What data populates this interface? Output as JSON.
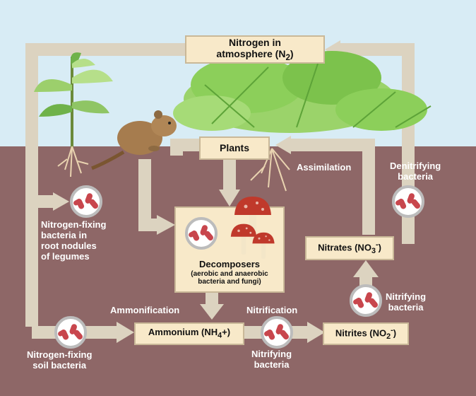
{
  "title": "",
  "boxes": {
    "atmosphere": {
      "line1": "Nitrogen in",
      "line2": "atmosphere (N",
      "sub": "2",
      "end": ")"
    },
    "plants": "Plants",
    "decomposers": {
      "title": "Decomposers",
      "line1": "(aerobic and anaerobic",
      "line2": "bacteria and fungi)"
    },
    "nitrates": {
      "text": "Nitrates (NO",
      "sub": "3",
      "sup": "-",
      "end": ")"
    },
    "ammonium": {
      "text": "Ammonium (NH",
      "sub": "4",
      "end": "+)"
    },
    "nitrites": {
      "text": "Nitrites (NO",
      "sub": "2",
      "sup": "-",
      "end": ")"
    }
  },
  "labels": {
    "assimilation": "Assimilation",
    "denitrifying": [
      "Denitrifying",
      "bacteria"
    ],
    "nodules": [
      "Nitrogen-fixing",
      "bacteria in",
      "root nodules",
      "of legumes"
    ],
    "soil": [
      "Nitrogen-fixing",
      "soil bacteria"
    ],
    "ammonification": "Ammonification",
    "nitrification": "Nitrification",
    "nitrifying_bottom": [
      "Nitrifying",
      "bacteria"
    ],
    "nitrifying_right": [
      "Nitrifying",
      "bacteria"
    ]
  },
  "colors": {
    "sky": "#d8ecf5",
    "soil": "#8e6767",
    "arrow": "#dcd3c0",
    "box_fill": "#f8e9c9",
    "bacteria": "#c8464d",
    "leaf_green": "#8ccf5a",
    "mushroom": "#c0392b"
  },
  "icons": [
    "bacteria-icon",
    "mushroom-icon",
    "plant-icon",
    "rodent-icon",
    "fern-icon",
    "roots-icon"
  ]
}
